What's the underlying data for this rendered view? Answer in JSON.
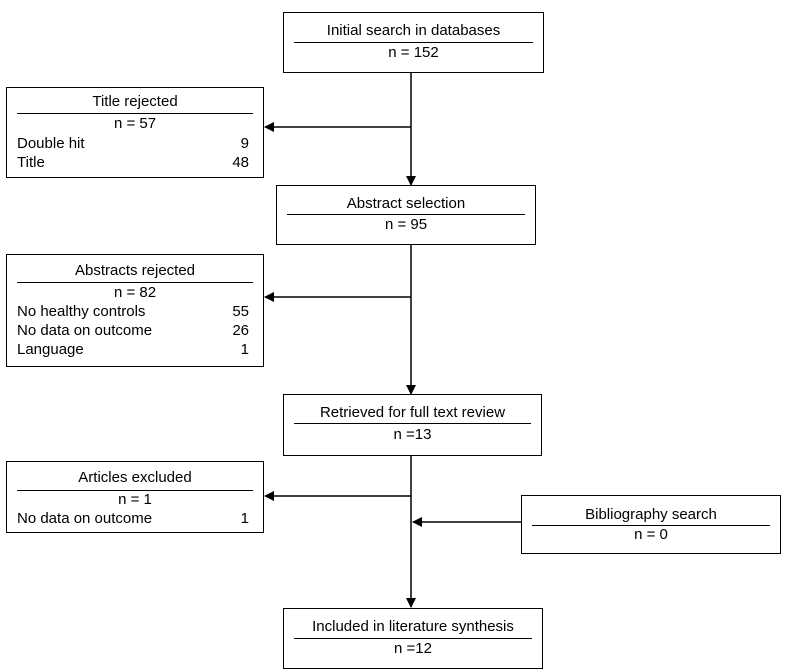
{
  "initial": {
    "title": "Initial search in databases",
    "count": "n = 152"
  },
  "title_rejected": {
    "title": "Title rejected",
    "count": "n = 57",
    "rows": [
      {
        "label": "Double hit",
        "value": "9"
      },
      {
        "label": "Title",
        "value": "48"
      }
    ]
  },
  "abstract": {
    "title": "Abstract selection",
    "count": "n = 95"
  },
  "abstracts_rejected": {
    "title": "Abstracts rejected",
    "count": "n = 82",
    "rows": [
      {
        "label": "No healthy controls",
        "value": "55"
      },
      {
        "label": "No data on outcome",
        "value": "26"
      },
      {
        "label": "Language",
        "value": "1"
      }
    ]
  },
  "fulltext": {
    "title": "Retrieved for full text review",
    "count": "n =13"
  },
  "excluded": {
    "title": "Articles excluded",
    "count": "n = 1",
    "rows": [
      {
        "label": "No data on outcome",
        "value": "1"
      }
    ]
  },
  "bibliography": {
    "title": "Bibliography search",
    "count": "n = 0"
  },
  "included": {
    "title": "Included in literature synthesis",
    "count": "n =12"
  }
}
